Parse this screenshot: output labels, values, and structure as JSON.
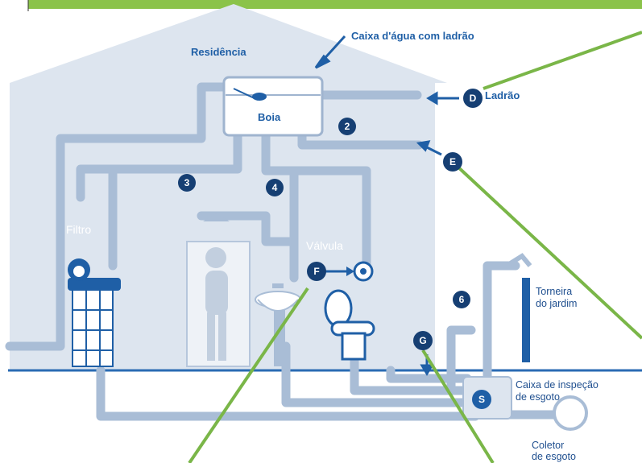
{
  "labels": {
    "residencia": "Residência",
    "caixa_dagua": "Caixa d'água com ladrão",
    "ladrao": "Ladrão",
    "boia": "Boia",
    "filtro": "Filtro",
    "valvula": "Válvula",
    "torneira_line1": "Torneira",
    "torneira_line2": "do jardim",
    "caixa_inspecao_line1": "Caixa de inspeção",
    "caixa_inspecao_line2": "de esgoto",
    "coletor_line1": "Coletor",
    "coletor_line2": "de esgoto"
  },
  "markers": {
    "d": "D",
    "e": "E",
    "f": "F",
    "g": "G",
    "s": "S",
    "n2": "2",
    "n3": "3",
    "n4": "4",
    "n6": "6"
  },
  "colors": {
    "house": "#dde5ef",
    "pipe": "#a9bdd6",
    "dark_blue": "#1f5fa6",
    "navy": "#163f73",
    "green": "#7ab648"
  }
}
